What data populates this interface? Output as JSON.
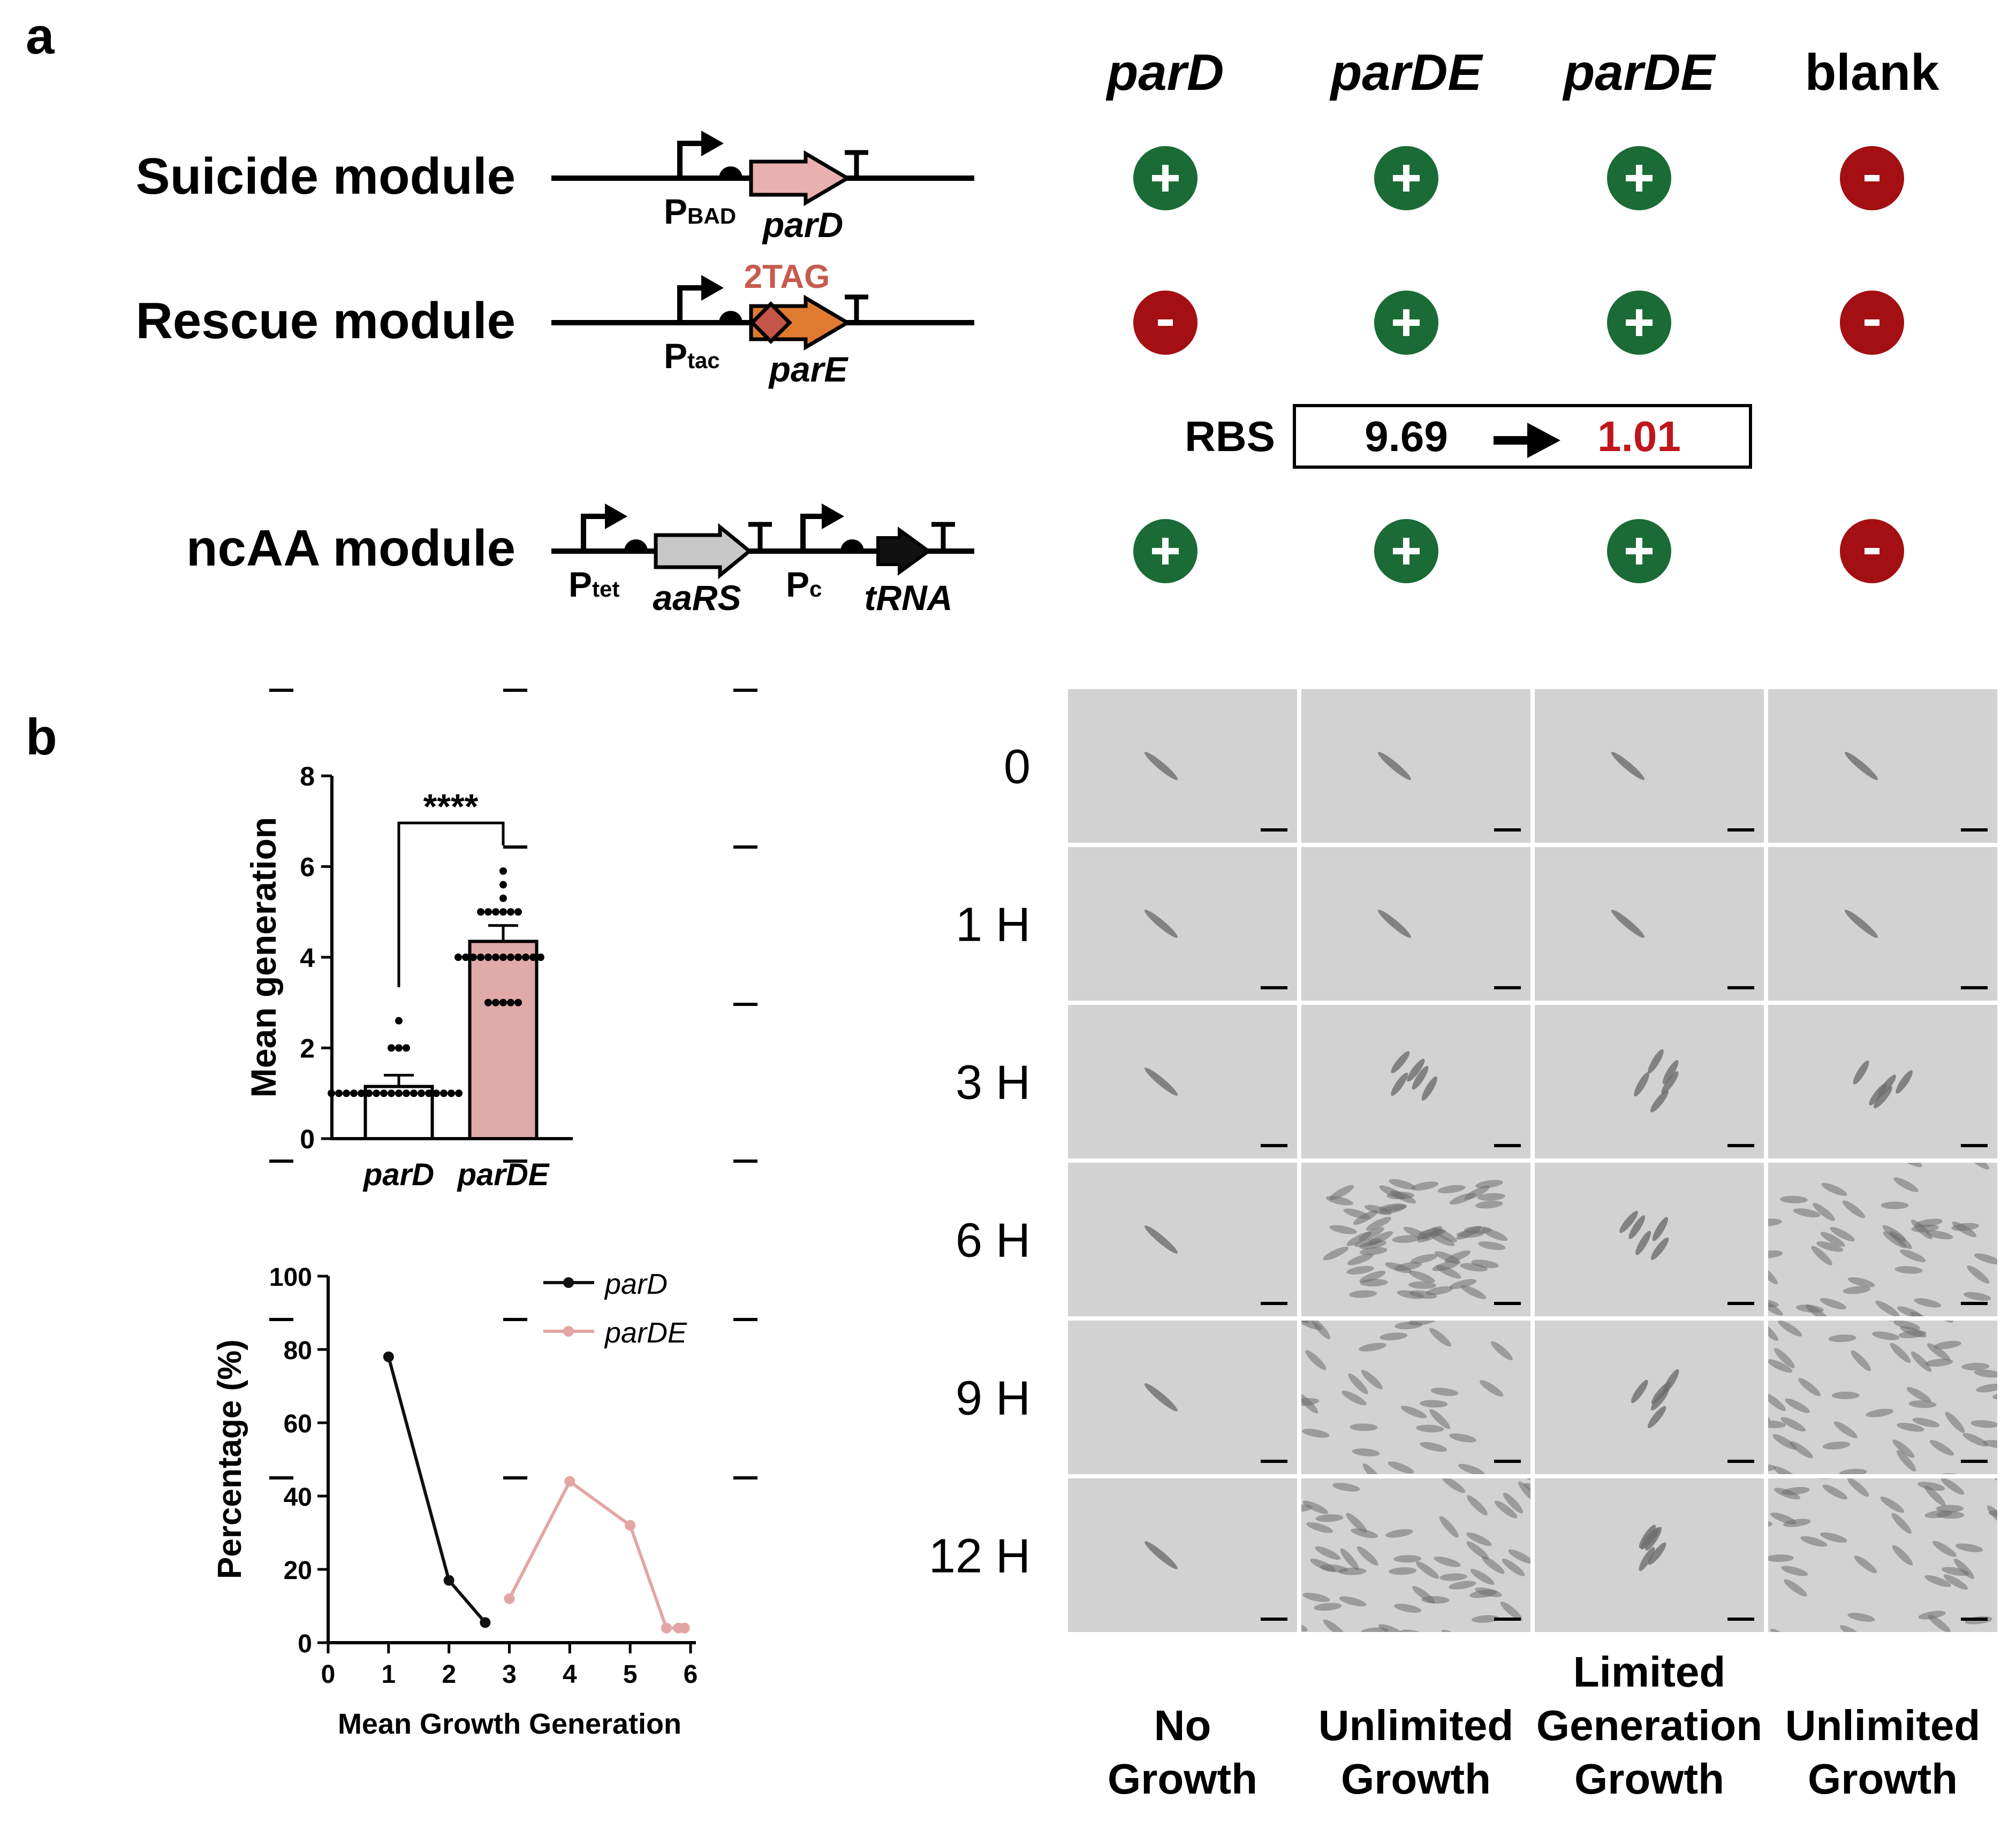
{
  "panel_labels": {
    "a": "a",
    "b": "b"
  },
  "modules": {
    "suicide": {
      "label": "Suicide module",
      "promoter": "P",
      "promoter_sub": "BAD",
      "gene": "parD",
      "colors": {
        "gene": "#e8b0ae"
      }
    },
    "rescue": {
      "label": "Rescue module",
      "promoter": "P",
      "promoter_sub": "tac",
      "gene": "parE",
      "tag": "2TAG",
      "colors": {
        "gene": "#e07a30",
        "tag": "#c65b4f",
        "diamond": "#c55449"
      }
    },
    "ncaa": {
      "label": "ncAA module",
      "promoter1": "P",
      "promoter1_sub": "tet",
      "gene1": "aaRS",
      "promoter2": "P",
      "promoter2_sub": "c",
      "gene2": "tRNA",
      "colors": {
        "gene1": "#c8c8c8",
        "gene2": "#111111"
      }
    }
  },
  "strain_headers": [
    "parD",
    "parDE",
    "parDE",
    "blank"
  ],
  "matrix": {
    "suicide": [
      "+",
      "+",
      "+",
      "-"
    ],
    "rescue": [
      "-",
      "+",
      "+",
      "-"
    ],
    "ncaa": [
      "+",
      "+",
      "+",
      "-"
    ]
  },
  "colors": {
    "plus": "#1a6b35",
    "minus": "#a30f12",
    "accent_red": "#c0161b",
    "bar_pink": "#e0aaa8",
    "line_pink": "#e3a6a4"
  },
  "rbs": {
    "label": "RBS",
    "from": "9.69",
    "to": "1.01"
  },
  "chart_data": [
    {
      "type": "bar",
      "categories": [
        "parD",
        "parDE"
      ],
      "values": [
        1.15,
        4.35
      ],
      "errors": [
        0.25,
        0.35
      ],
      "points": {
        "parD": [
          1,
          1,
          1,
          1,
          1,
          1,
          1,
          1,
          1,
          1,
          1,
          1,
          1,
          1,
          1,
          1,
          1,
          1,
          2,
          2,
          2,
          2.6
        ],
        "parDE": [
          3,
          3,
          3,
          3,
          3,
          4,
          4,
          4,
          4,
          4,
          4,
          4,
          4,
          4,
          4,
          4,
          4,
          5,
          5,
          5,
          5,
          5,
          5,
          5.3,
          5.6,
          5.9
        ]
      },
      "ylabel": "Mean generation",
      "ylim": [
        0,
        8
      ],
      "yticks": [
        "0",
        "2",
        "4",
        "6",
        "8"
      ],
      "significance": "****"
    },
    {
      "type": "line",
      "xlabel": "Mean Growth Generation",
      "ylabel": "Percentage (%)",
      "xlim": [
        0,
        6
      ],
      "ylim": [
        0,
        100
      ],
      "xticks": [
        "0",
        "1",
        "2",
        "3",
        "4",
        "5",
        "6"
      ],
      "yticks": [
        "0",
        "20",
        "40",
        "60",
        "80",
        "100"
      ],
      "legend_position": "top-right",
      "series": [
        {
          "name": "parD",
          "color": "#111111",
          "x": [
            1,
            2,
            2.6
          ],
          "y": [
            78,
            17,
            5.5
          ]
        },
        {
          "name": "parDE",
          "color": "#e3a6a4",
          "x": [
            3,
            4,
            5,
            5.6,
            5.8,
            5.9
          ],
          "y": [
            12,
            44,
            32,
            4,
            4,
            4
          ]
        }
      ]
    }
  ],
  "microscopy": {
    "time_labels": [
      "0",
      "1 H",
      "3 H",
      "6 H",
      "9 H",
      "12 H"
    ],
    "column_captions": [
      [
        "No",
        "Growth"
      ],
      [
        "Unlimited",
        "Growth"
      ],
      [
        "Limited",
        "Generation",
        "Growth"
      ],
      [
        "Unlimited",
        "Growth"
      ]
    ],
    "growth_level": [
      [
        0,
        0,
        0,
        0,
        0,
        0
      ],
      [
        0,
        0,
        1,
        2,
        3,
        3
      ],
      [
        0,
        0,
        1,
        1,
        1,
        1
      ],
      [
        0,
        0,
        1,
        3,
        3,
        3
      ]
    ],
    "colors": {
      "background": "#d2d2d2",
      "cell": "#6e6e6e"
    }
  }
}
